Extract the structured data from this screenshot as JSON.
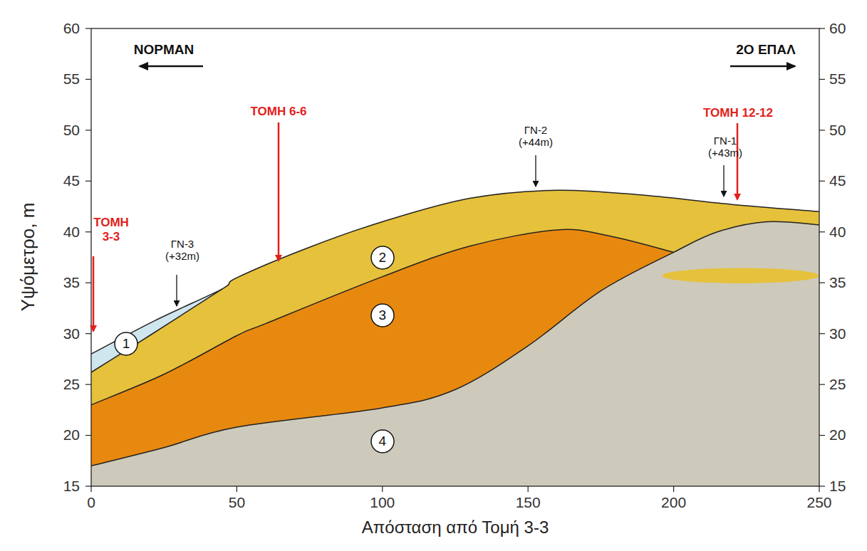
{
  "diagram": {
    "nodes": [
      {
        "text": [
          "1"
        ]
      },
      {
        "text": [
          "2"
        ]
      },
      {
        "text": [
          "3"
        ]
      },
      {
        "text": [
          "4"
        ]
      }
    ],
    "labels": [
      "ΝΟΡΜΑΝ",
      "2Ο ΕΠΑΛ",
      "ΤΟΜΗ 3-3",
      "ΓΝ-3 (+32m)",
      "ΤΟΜΗ 6-6",
      "ΓΝ-2 (+44m)",
      "ΤΟΜΗ 12-12",
      "ΓΝ-1 (+43m)",
      "60",
      "55",
      "50",
      "45",
      "40",
      "35",
      "30",
      "25",
      "20",
      "15",
      "60",
      "55",
      "50",
      "45",
      "40",
      "35",
      "30",
      "25",
      "20",
      "15",
      "0",
      "50",
      "100",
      "150",
      "200",
      "250",
      "Υψόμετρο, m",
      "Απόσταση από Τομή 3-3"
    ]
  }
}
